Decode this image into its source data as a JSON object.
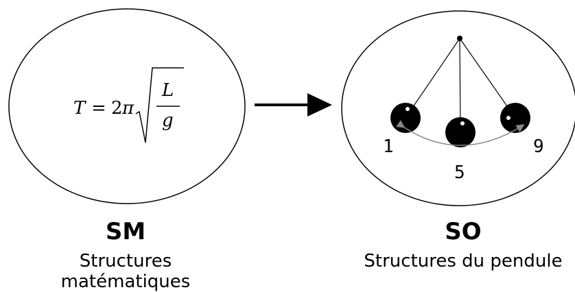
{
  "left_model": {
    "abbreviation": "SM",
    "name": "Structures matématiques",
    "formula": {
      "lhs": "T",
      "equals": "=",
      "coefficient": "2",
      "pi": "π",
      "numerator": "L",
      "denominator": "g"
    }
  },
  "right_model": {
    "abbreviation": "SO",
    "name": "Structures du pendule",
    "positions": [
      "1",
      "5",
      "9"
    ]
  },
  "colors": {
    "stroke": "#000000",
    "arc": "#888888",
    "bob": "#000000",
    "highlight": "#ffffff"
  },
  "icons": {
    "arrow": "arrow-right-icon",
    "pendulum": "pendulum-icon"
  }
}
